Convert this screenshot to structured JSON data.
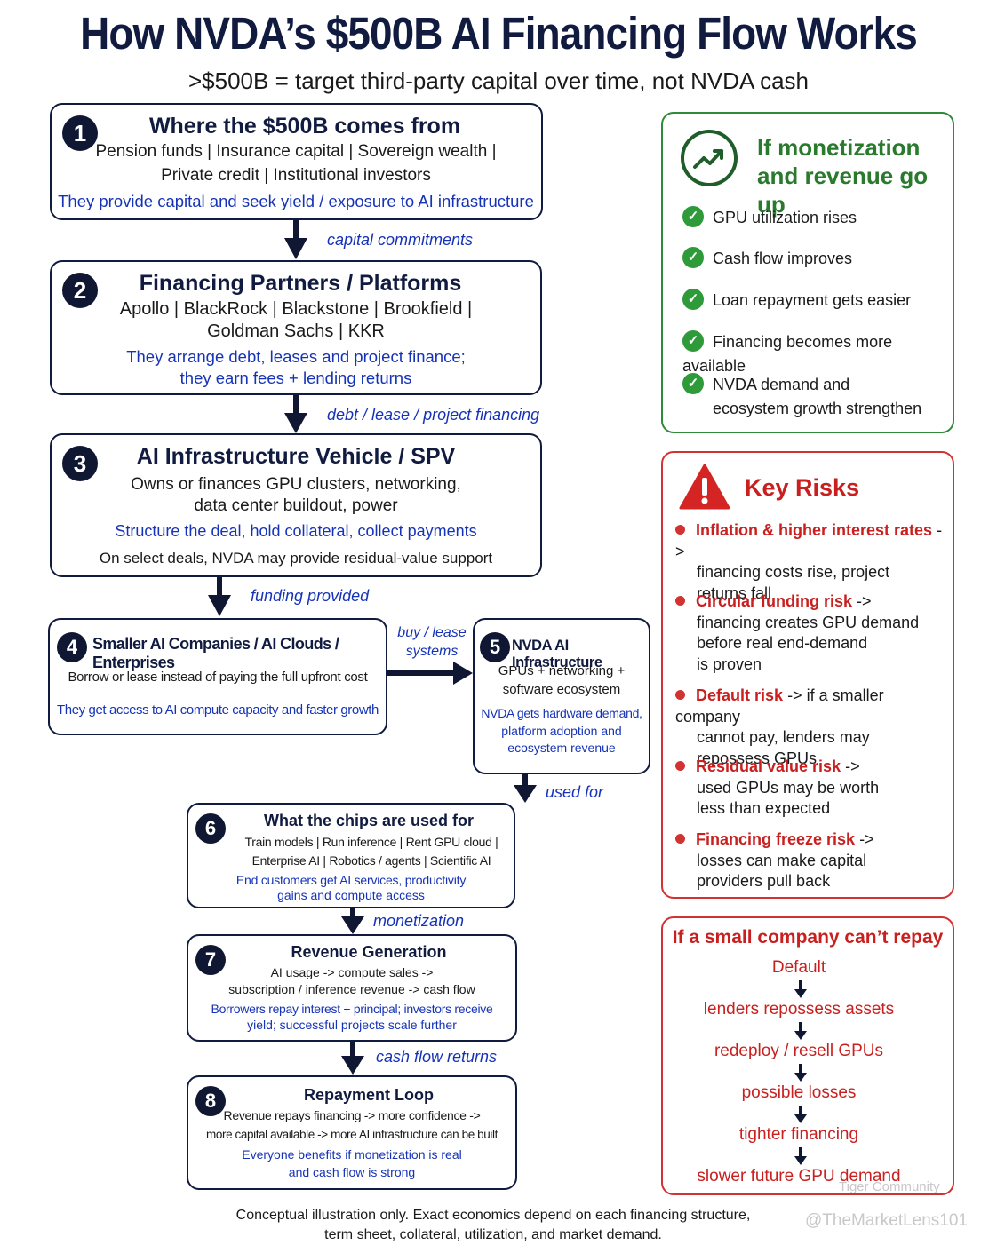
{
  "title": "How NVDA’s $500B AI Financing Flow Works",
  "subtitle": ">$500B = target third-party capital over time, not NVDA cash",
  "steps": [
    {
      "num": "1",
      "title": "Where the $500B comes from",
      "line1": "Pension funds | Insurance capital | Sovereign wealth |",
      "line2": "Private credit | Institutional investors",
      "blue1": "They provide capital and seek yield / exposure to AI infrastructure"
    },
    {
      "num": "2",
      "title": "Financing Partners / Platforms",
      "line1": "Apollo | BlackRock | Blackstone | Brookfield |",
      "line2": "Goldman Sachs | KKR",
      "blue1": "They arrange debt, leases and project finance;",
      "blue2": "they earn fees + lending returns"
    },
    {
      "num": "3",
      "title": "AI Infrastructure Vehicle / SPV",
      "line1": "Owns or finances GPU clusters, networking,",
      "line2": "data center buildout, power",
      "blue1": "Structure the deal, hold collateral, collect payments",
      "line3": "On select deals, NVDA may provide residual-value support"
    },
    {
      "num": "4",
      "title": "Smaller AI Companies / AI Clouds / Enterprises",
      "line1": "Borrow or lease instead of paying the full upfront cost",
      "blue1": "They get access to AI compute capacity and faster growth"
    },
    {
      "num": "5",
      "title": "NVDA AI Infrastructure",
      "line1": "GPUs + networking +",
      "line2": "software ecosystem",
      "blue1": "NVDA gets hardware demand,",
      "blue2": "platform adoption and",
      "blue3": "ecosystem revenue"
    },
    {
      "num": "6",
      "title": "What the chips are used for",
      "line1": "Train models | Run inference | Rent GPU cloud |",
      "line2": "Enterprise AI | Robotics / agents | Scientific AI",
      "blue1": "End customers get AI services, productivity",
      "blue2": "gains and compute access"
    },
    {
      "num": "7",
      "title": "Revenue Generation",
      "line1": "AI usage -> compute sales ->",
      "line2": "subscription / inference revenue -> cash flow",
      "blue1": "Borrowers repay interest + principal; investors receive",
      "blue2": "yield; successful projects scale further"
    },
    {
      "num": "8",
      "title": "Repayment Loop",
      "line1": "Revenue repays financing -> more confidence ->",
      "line2": "more capital available -> more AI infrastructure can be built",
      "blue1": "Everyone benefits if monetization is real",
      "blue2": "and cash flow is strong"
    }
  ],
  "arrow_labels": {
    "a1": "capital commitments",
    "a2": "debt / lease / project financing",
    "a3": "funding provided",
    "a4_1": "buy / lease",
    "a4_2": "systems",
    "a5": "used for",
    "a6": "monetization",
    "a7": "cash flow returns"
  },
  "upside": {
    "title1": "If monetization",
    "title2": "and revenue go up",
    "items": [
      "GPU utilization rises",
      "Cash flow improves",
      "Loan repayment gets easier",
      "Financing becomes more available",
      "NVDA demand and",
      "ecosystem growth strengthen"
    ]
  },
  "risks": {
    "title": "Key Risks",
    "items": [
      {
        "head": "Inflation & higher interest rates",
        "tail": "->",
        "l1": "financing costs rise, project",
        "l2": "returns fall"
      },
      {
        "head": "Circular funding risk",
        "tail": "->",
        "l1": "financing creates GPU demand",
        "l2": "before real end-demand",
        "l3": "is proven"
      },
      {
        "head": "Default risk",
        "tail": "-> if a smaller company",
        "l1": "cannot pay, lenders may",
        "l2": "repossess GPUs"
      },
      {
        "head": "Residual value risk",
        "tail": "->",
        "l1": "used GPUs may be worth",
        "l2": "less than expected"
      },
      {
        "head": "Financing freeze risk",
        "tail": "->",
        "l1": "losses can make capital",
        "l2": "providers pull back"
      }
    ]
  },
  "repay": {
    "title": "If a small company can’t repay",
    "chain": [
      "Default",
      "lenders repossess assets",
      "redeploy / resell GPUs",
      "possible losses",
      "tighter financing",
      "slower future GPU demand"
    ]
  },
  "footer": {
    "l1": "Conceptual illustration only. Exact economics depend on each financing structure,",
    "l2": "term sheet, collateral, utilization, and market demand."
  },
  "watermark": {
    "brand": "Tiger Community",
    "handle": "@TheMarketLens101"
  },
  "colors": {
    "navy": "#111b3f",
    "blue": "#1633b8",
    "green": "#2e8b3a",
    "red": "#d23232"
  }
}
